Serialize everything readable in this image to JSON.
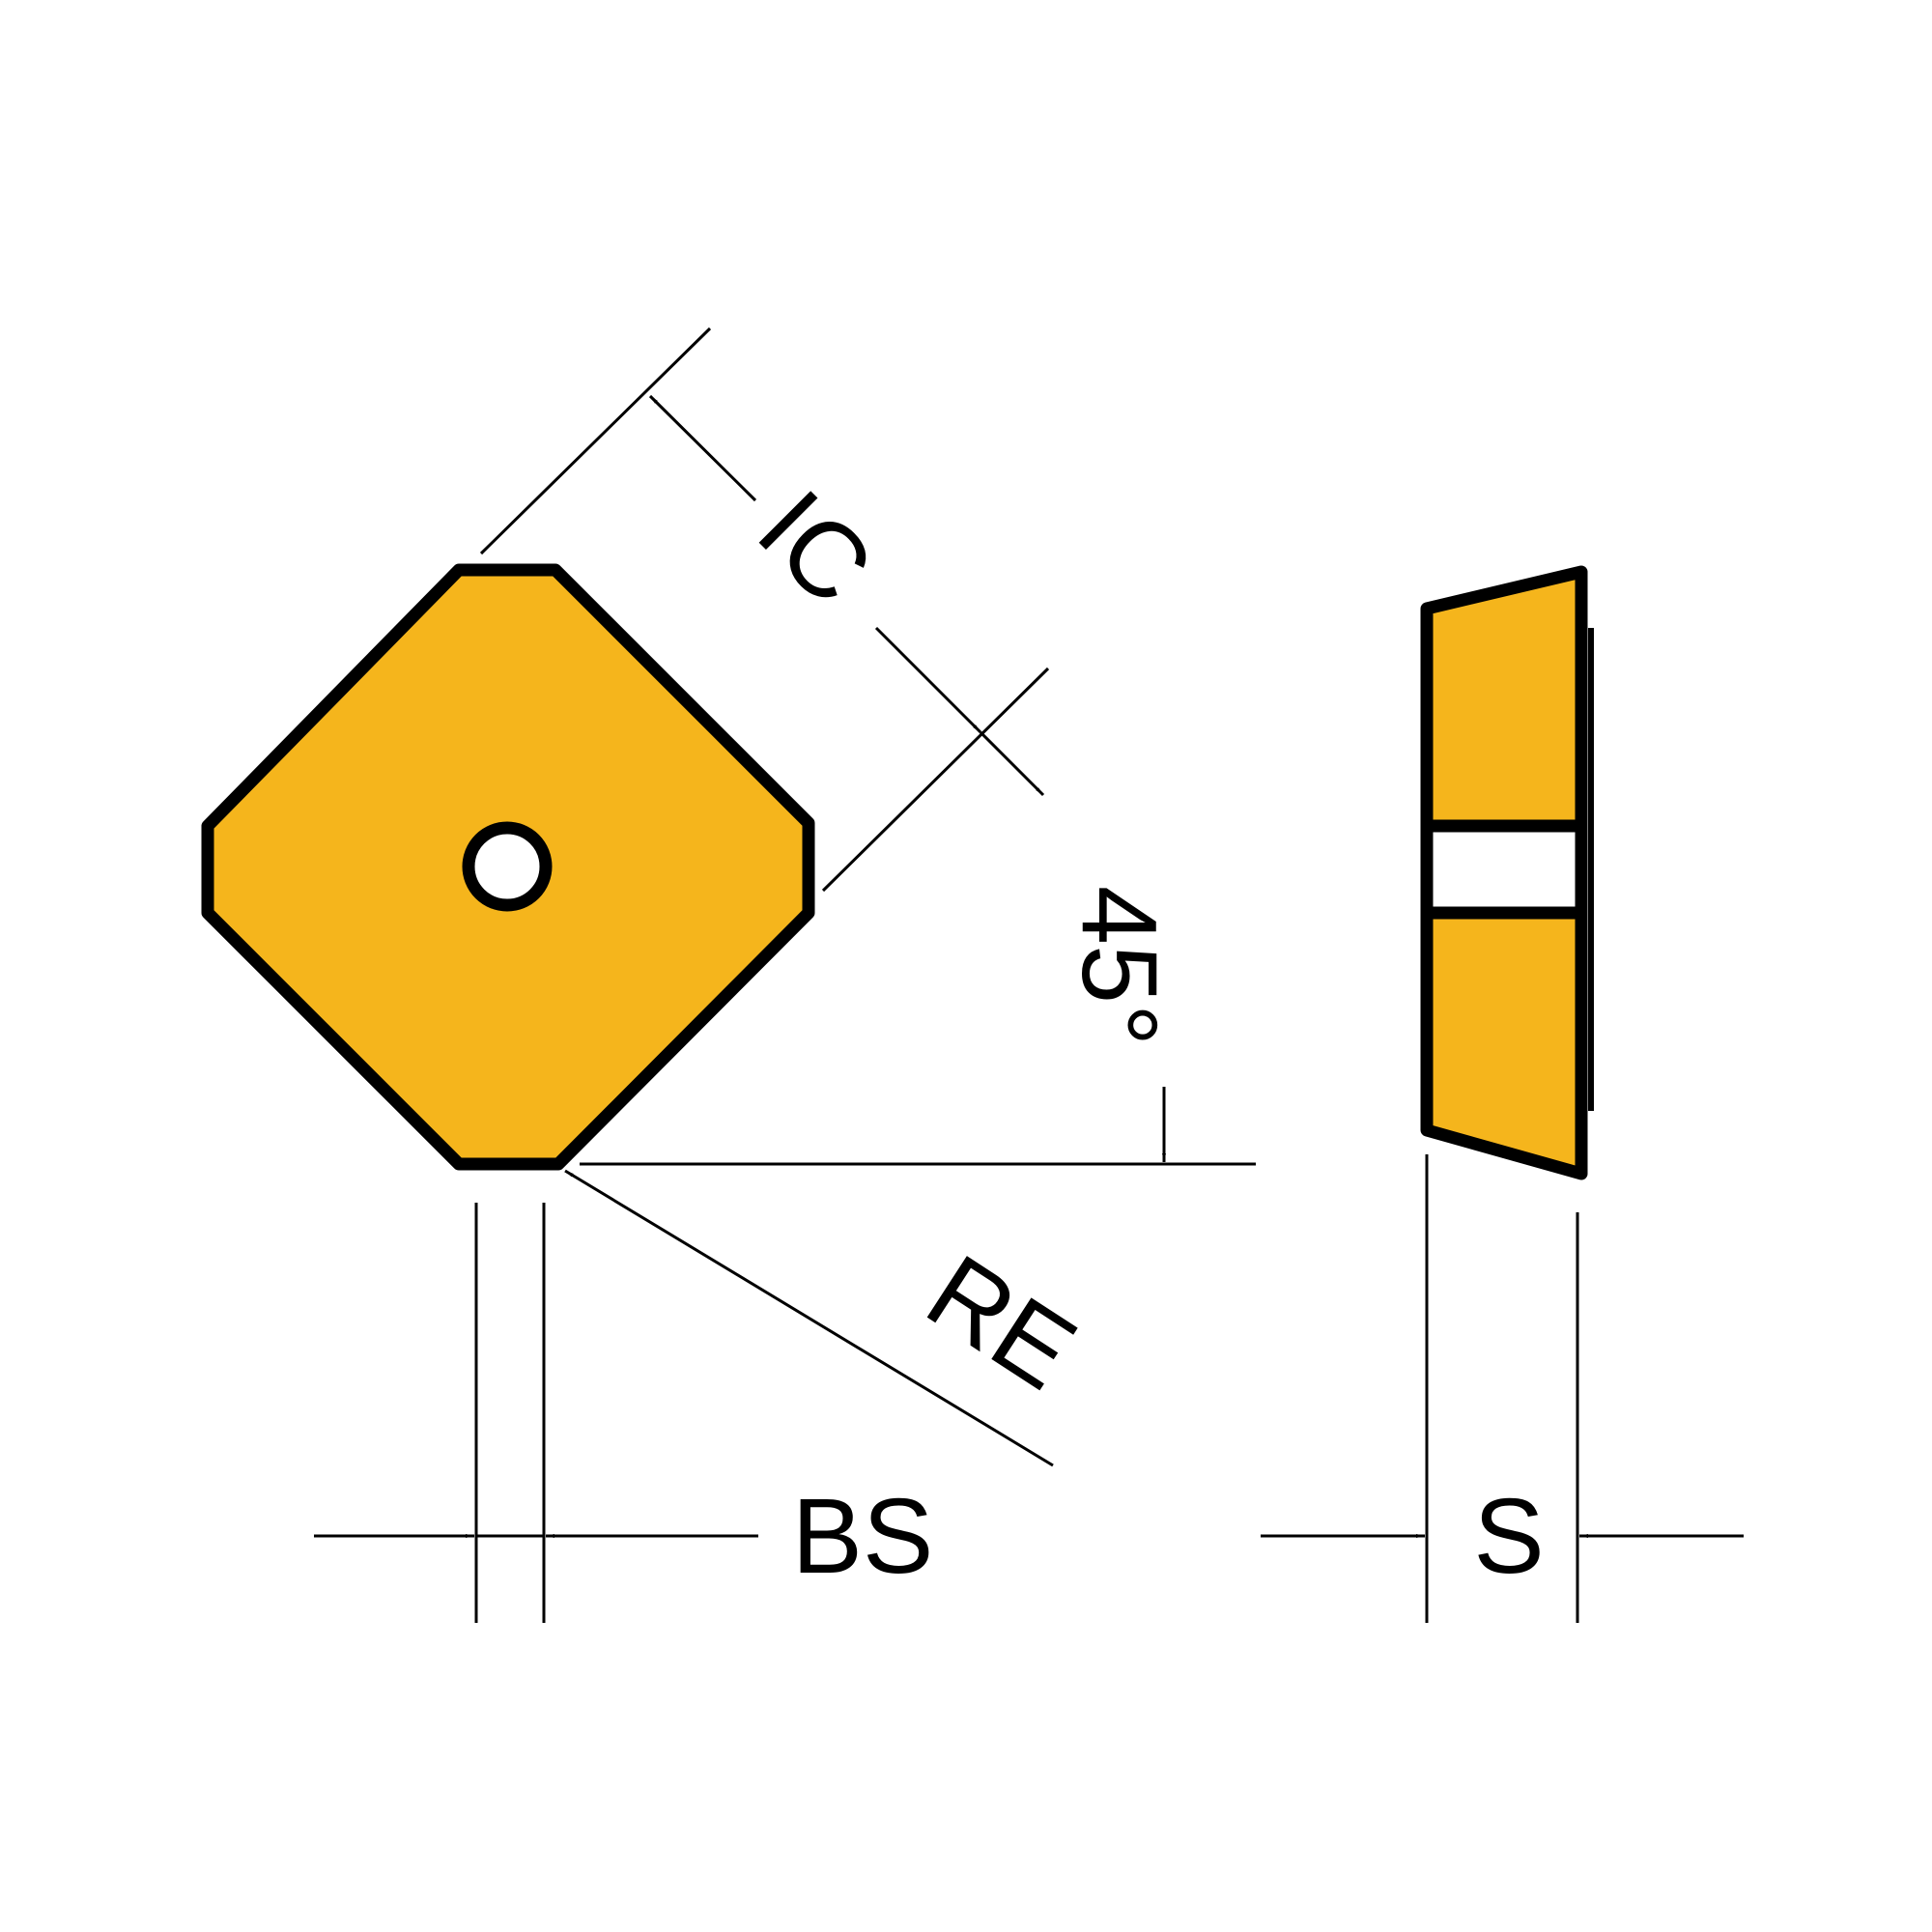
{
  "labels": {
    "ic": "IC",
    "angle": "45°",
    "re": "RE",
    "bs": "BS",
    "s": "S"
  },
  "colors": {
    "insert_fill": "#F5B51C",
    "outline": "#000000",
    "background": "#FFFFFF"
  }
}
